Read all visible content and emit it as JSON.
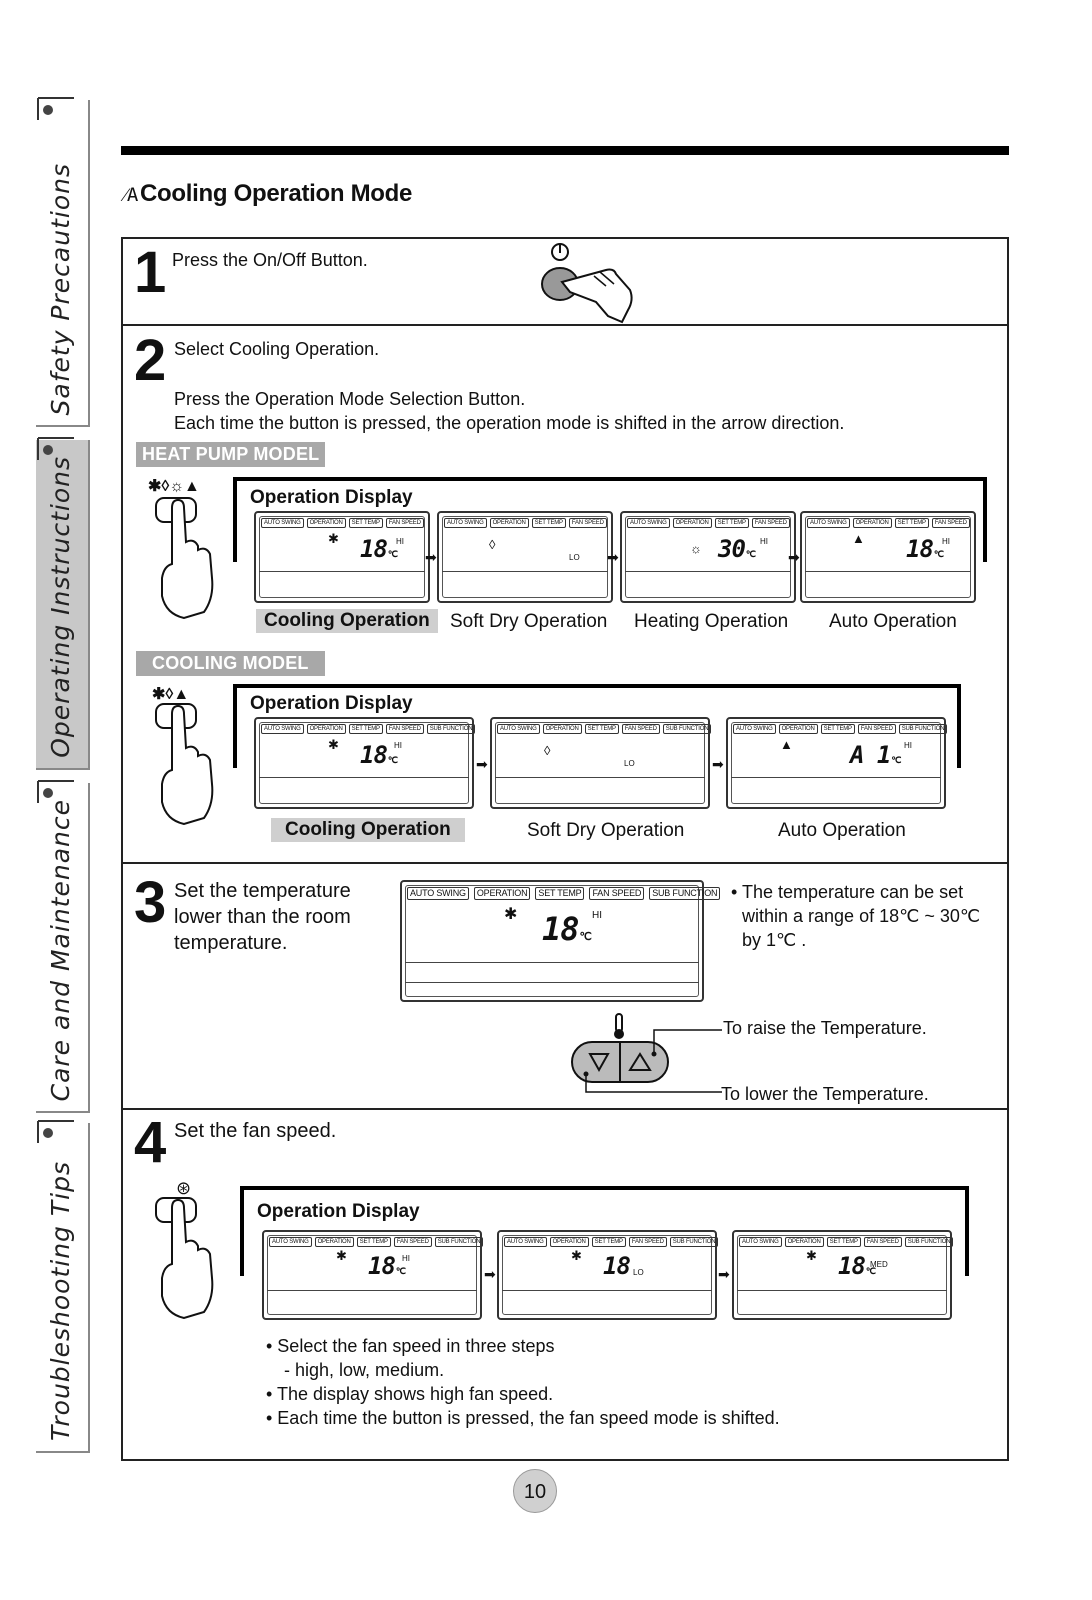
{
  "side_tabs": [
    {
      "label": "Safety Precautions",
      "active": false
    },
    {
      "label": "Operating Instructions",
      "active": true
    },
    {
      "label": "Care and Maintenance",
      "active": false
    },
    {
      "label": "Troubleshooting Tips",
      "active": false
    }
  ],
  "section": {
    "glyph": "⁄A",
    "title": "Cooling Operation Mode"
  },
  "step1": {
    "number": "1",
    "text": "Press the On/Off Button."
  },
  "step2": {
    "number": "2",
    "text": "Select Cooling Operation.",
    "line1": "Press the Operation Mode Selection Button.",
    "line2": "Each time the button is pressed, the operation mode is shifted in the arrow direction.",
    "heat_pump": {
      "badge": "HEAT PUMP MODEL",
      "display_title": "Operation Display",
      "captions": [
        "Cooling Operation",
        "Soft Dry Operation",
        "Heating Operation",
        "Auto Operation"
      ]
    },
    "cooling": {
      "badge": "COOLING MODEL",
      "display_title": "Operation Display",
      "captions": [
        "Cooling Operation",
        "Soft Dry Operation",
        "Auto Operation"
      ]
    }
  },
  "lcd_labels": {
    "auto_swing": "AUTO SWING",
    "operation": "OPERATION",
    "set_temp": "SET TEMP",
    "fan_speed": "FAN SPEED",
    "sub_function": "SUB FUNCTION",
    "hi": "HI",
    "lo": "LO",
    "med": "MED",
    "deg": "℃"
  },
  "lcd_values": {
    "cool": "18",
    "heat": "30",
    "auto": "A 1"
  },
  "step3": {
    "number": "3",
    "text_lines": [
      "Set the temperature",
      "lower than the room",
      "temperature."
    ],
    "note_lines": [
      "• The temperature can be set",
      "within a range of 18℃  ~ 30℃",
      "by 1℃ ."
    ],
    "raise_label": "To raise the Temperature.",
    "lower_label": "To lower the Temperature."
  },
  "step4": {
    "number": "4",
    "text": "Set the fan speed.",
    "display_title": "Operation Display",
    "bullets": [
      "• Select the fan speed in three steps",
      "  - high, low, medium.",
      "• The display shows high fan speed.",
      "• Each time the button is pressed, the fan speed mode is shifted."
    ]
  },
  "page_number": "10"
}
